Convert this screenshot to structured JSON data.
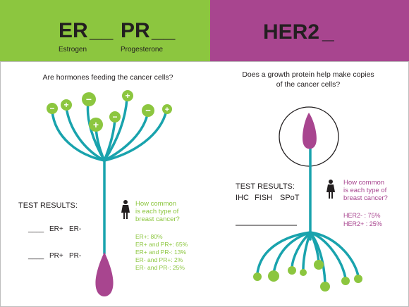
{
  "colors": {
    "green": "#8cc63f",
    "magenta": "#a8458f",
    "teal": "#19a3ad",
    "text": "#231f20",
    "border": "#bdbdbd"
  },
  "left_header": {
    "er_title": "ER",
    "er_blank": "__",
    "er_caption": "Estrogen",
    "pr_title": "PR",
    "pr_blank": "__",
    "pr_caption": "Progesterone"
  },
  "right_header": {
    "her2_title": "HER2",
    "her2_blank": "_"
  },
  "left": {
    "question": "Are hormones feeding the cancer cells?",
    "receptor_signs": [
      "−",
      "+",
      "−",
      "+",
      "−",
      "+",
      "−",
      "+"
    ],
    "test_results_label": "TEST RESULTS:",
    "er_line": {
      "blank": "____",
      "pos": "ER+",
      "neg": "ER-"
    },
    "pr_line": {
      "blank": "____",
      "pos": "PR+",
      "neg": "PR-"
    },
    "woman_icon": "woman-icon",
    "how_common": [
      "How common",
      "is each type of",
      "breast cancer?"
    ],
    "stats": [
      "ER+: 80%",
      "ER+ and PR+: 65%",
      "ER+ and PR-: 13%",
      "ER- and PR+: 2%",
      "ER- and PR-: 25%"
    ]
  },
  "right": {
    "question_lines": [
      "Does a growth protein help make copies",
      "of the cancer cells?"
    ],
    "test_results_label": "TEST RESULTS:",
    "test_types": [
      "IHC",
      "FISH",
      "SPoT"
    ],
    "woman_icon": "woman-icon",
    "how_common": [
      "How common",
      "is each type of",
      "breast cancer?"
    ],
    "stats": [
      "HER2- : 75%",
      "HER2+ : 25%"
    ]
  }
}
